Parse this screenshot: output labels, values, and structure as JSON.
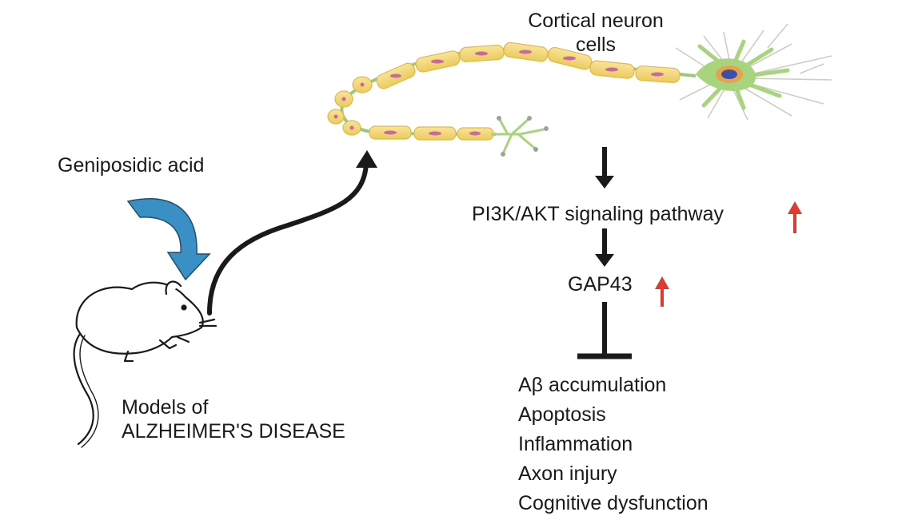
{
  "labels": {
    "neuron_line1": "Cortical neuron",
    "neuron_line2": "cells",
    "drug": "Geniposidic acid",
    "model_line1": "Models of",
    "model_line2": "ALZHEIMER'S DISEASE",
    "pathway": "PI3K/AKT signaling pathway",
    "gap": "GAP43"
  },
  "effects": [
    "Aβ accumulation",
    "Apoptosis",
    "Inflammation",
    "Axon injury",
    "Cognitive dysfunction"
  ],
  "regulation": {
    "pathway": "up",
    "gap": "up"
  },
  "colors": {
    "text": "#1a1a1a",
    "arrow": "#1a1a1a",
    "up_arrow": "#e03a2e",
    "drug_arrow": "#3a8fc4",
    "myelin": "#f3d77a",
    "myelin_edge": "#e0b94a",
    "axon": "#9dc87a",
    "soma": "#a9d47e",
    "nucleus": "#3a4fa8",
    "node_dot": "#c86a9a"
  },
  "icons": {
    "neuron": "neuron-illustration",
    "mouse": "mouse-illustration",
    "drug_arrow": "curved-arrow-icon",
    "up_arrow": "up-arrow-icon",
    "inhibit": "inhibition-bar-icon"
  }
}
